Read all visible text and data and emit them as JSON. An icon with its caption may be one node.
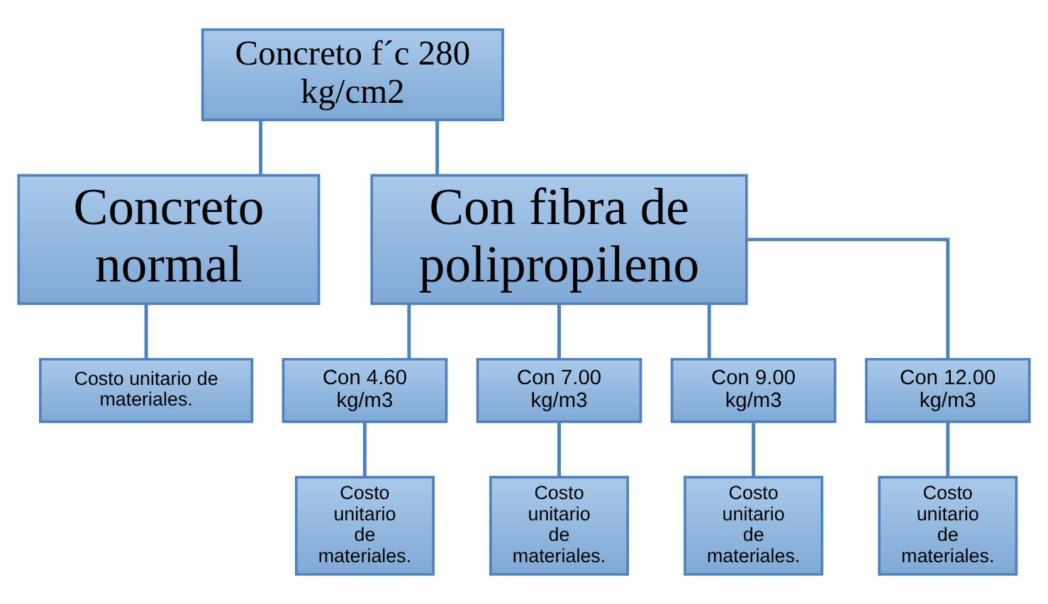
{
  "diagram": {
    "nodes": [
      {
        "text": [
          "Concreto f´c 280 kg/cm2"
        ]
      },
      {
        "text": [
          "Concreto normal"
        ]
      },
      {
        "text": [
          "Con fibra de polipropileno"
        ]
      },
      {
        "text": [
          "Costo unitario de materiales."
        ]
      },
      {
        "text": [
          "Con 4.60 kg/m3"
        ]
      },
      {
        "text": [
          "Con 7.00 kg/m3"
        ]
      },
      {
        "text": [
          "Con 9.00 kg/m3"
        ]
      },
      {
        "text": [
          "Con 12.00 kg/m3"
        ]
      },
      {
        "text": [
          "Costo unitario de materiales."
        ]
      },
      {
        "text": [
          "Costo unitario de materiales."
        ]
      },
      {
        "text": [
          "Costo unitario de materiales."
        ]
      },
      {
        "text": [
          "Costo unitario de materiales."
        ]
      }
    ],
    "edges": [
      {
        "from": 0,
        "to": 1,
        "arrow": "none"
      },
      {
        "from": 0,
        "to": 2,
        "arrow": "none"
      },
      {
        "from": 1,
        "to": 3,
        "arrow": "none"
      },
      {
        "from": 2,
        "to": 4,
        "arrow": "none"
      },
      {
        "from": 2,
        "to": 5,
        "arrow": "none"
      },
      {
        "from": 2,
        "to": 6,
        "arrow": "none"
      },
      {
        "from": 2,
        "to": 7,
        "arrow": "none"
      },
      {
        "from": 4,
        "to": 8,
        "arrow": "none"
      },
      {
        "from": 5,
        "to": 9,
        "arrow": "none"
      },
      {
        "from": 6,
        "to": 10,
        "arrow": "none"
      },
      {
        "from": 7,
        "to": 11,
        "arrow": "none"
      }
    ]
  }
}
